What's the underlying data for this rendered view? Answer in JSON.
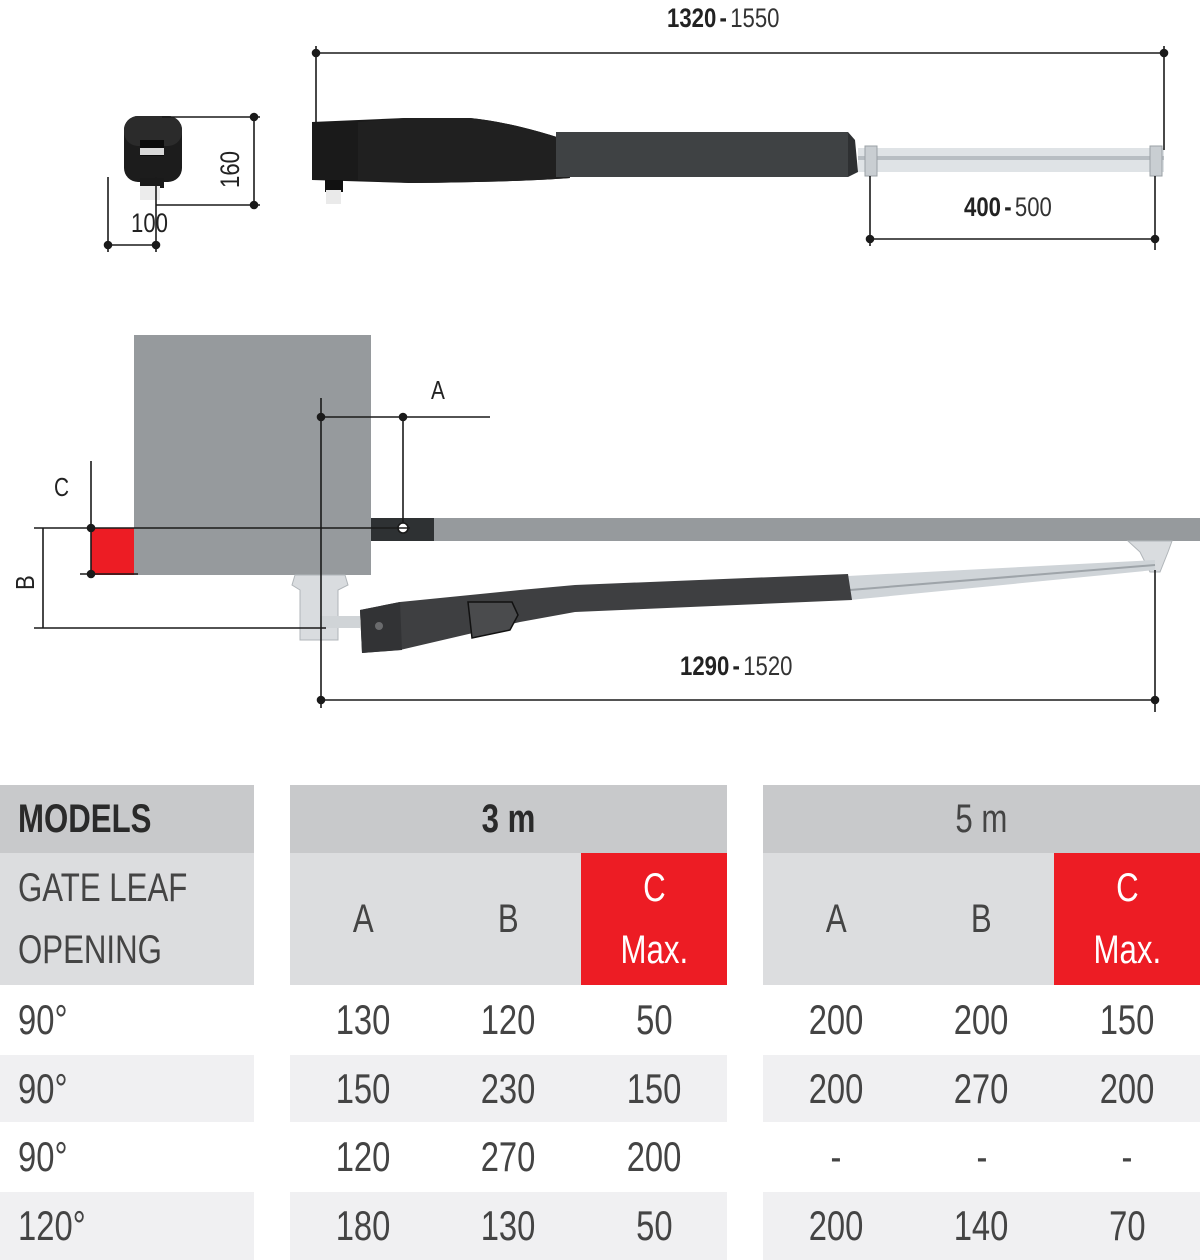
{
  "top_view": {
    "overall_length": {
      "bold": "1320",
      "separator": "-",
      "light": "1550"
    },
    "stroke": {
      "bold": "400",
      "separator": "-",
      "light": "500"
    },
    "end_height": "160",
    "end_width": "100"
  },
  "install_view": {
    "letter_a": "A",
    "letter_b": "B",
    "letter_c": "C",
    "installed_length": {
      "bold": "1290",
      "separator": "-",
      "light": "1520"
    },
    "colors": {
      "pillar": "#969a9d",
      "gate_leaf": "#969a9d",
      "c_zone": "#ed1c24",
      "actuator": "#3e3f41",
      "rod": "#c9cdd1"
    }
  },
  "table": {
    "models_label": "MODELS",
    "opening_label_line1": "GATE LEAF",
    "opening_label_line2": "OPENING",
    "groups": [
      {
        "label": "3 m",
        "bold": true,
        "cols": [
          "A",
          "B",
          "C",
          "Max."
        ]
      },
      {
        "label": "5 m",
        "bold": false,
        "cols": [
          "A",
          "B",
          "C",
          "Max."
        ]
      }
    ],
    "rows": [
      {
        "opening": "90°",
        "m3": [
          "130",
          "120",
          "50"
        ],
        "m5": [
          "200",
          "200",
          "150"
        ]
      },
      {
        "opening": "90°",
        "m3": [
          "150",
          "230",
          "150"
        ],
        "m5": [
          "200",
          "270",
          "200"
        ]
      },
      {
        "opening": "90°",
        "m3": [
          "120",
          "270",
          "200"
        ],
        "m5": [
          "-",
          "-",
          "-"
        ]
      },
      {
        "opening": "120°",
        "m3": [
          "180",
          "130",
          "50"
        ],
        "m5": [
          "200",
          "140",
          "70"
        ]
      }
    ],
    "colors": {
      "header_dark": "#c8c9cb",
      "header_light": "#dcdddf",
      "highlight": "#ed1c24",
      "row_alt": "#f0f0f2"
    }
  }
}
